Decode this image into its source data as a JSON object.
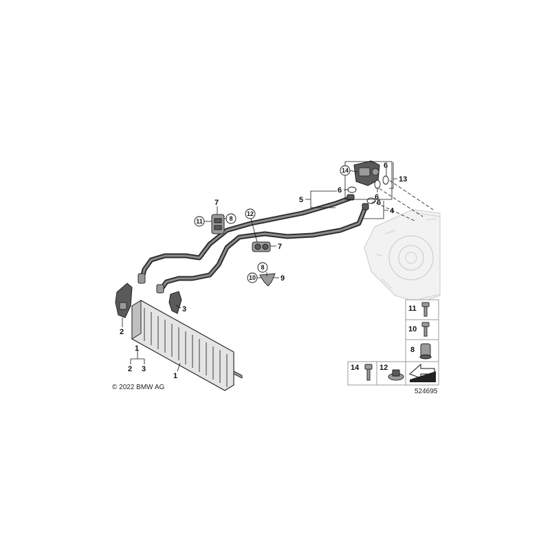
{
  "labels": {
    "l1": "1",
    "l1b": "1",
    "l2": "2",
    "l2b": "2",
    "l3": "3",
    "l3b": "3",
    "l4": "4",
    "l5": "5",
    "l6a": "6",
    "l6b": "6",
    "l6c": "6",
    "l6d": "6",
    "l7a": "7",
    "l7b": "7",
    "l8": "8",
    "l8b": "8",
    "l9": "9",
    "l10": "10",
    "l11": "11",
    "l12": "12",
    "l13": "13",
    "l14": "14"
  },
  "legend": {
    "items": [
      "11",
      "10",
      "8",
      "14",
      "12"
    ]
  },
  "copyright": "© 2022 BMW AG",
  "diagram_id": "524695"
}
